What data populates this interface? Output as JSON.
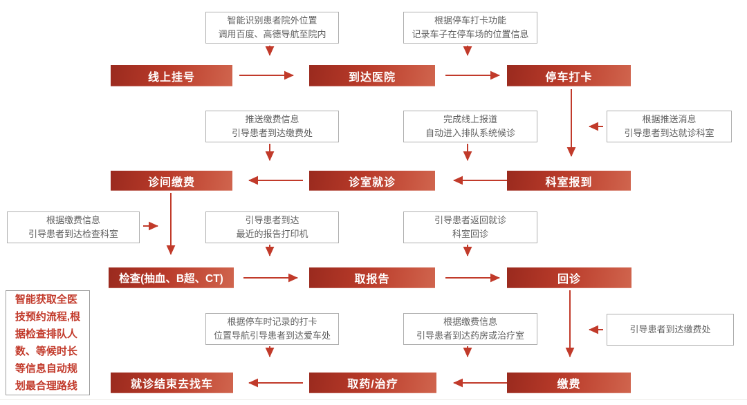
{
  "diagram": {
    "type": "flowchart",
    "language": "zh-CN",
    "topic": "hospital smart navigation patient journey"
  },
  "colors": {
    "node_gradient_start": "#9a2a1e",
    "node_gradient_end": "#d0654e",
    "node_text": "#ffffff",
    "arrow": "#c13a2a",
    "annotation_border": "#aeaeae",
    "annotation_text": "#5f5f5f",
    "note_text": "#c23a2b",
    "note_border": "#9c9c9c",
    "background": "#ffffff"
  },
  "info_note": {
    "text": "智能获取全医\n技预约流程,根\n据检查排队人\n数、等候时长\n等信息自动规\n划最合理路线"
  },
  "nodes": [
    {
      "id": "online-registration",
      "label": "线上挂号"
    },
    {
      "id": "arrive-hospital",
      "label": "到达医院"
    },
    {
      "id": "parking-checkin",
      "label": "停车打卡"
    },
    {
      "id": "clinic-payment",
      "label": "诊间缴费"
    },
    {
      "id": "consulting-room-visit",
      "label": "诊室就诊"
    },
    {
      "id": "department-checkin",
      "label": "科室报到"
    },
    {
      "id": "examination",
      "label": "检查(抽血、B超、CT)"
    },
    {
      "id": "get-report",
      "label": "取报告"
    },
    {
      "id": "return-visit",
      "label": "回诊"
    },
    {
      "id": "end-visit-find-car",
      "label": "就诊结束去找车"
    },
    {
      "id": "medicine-treatment",
      "label": "取药/治疗"
    },
    {
      "id": "payment",
      "label": "缴费"
    }
  ],
  "annotations": [
    {
      "id": "outside-navigation",
      "text": "智能识别患者院外位置\n调用百度、高德导航至院内"
    },
    {
      "id": "parking-record",
      "text": "根据停车打卡功能\n记录车子在停车场的位置信息"
    },
    {
      "id": "guide-to-department",
      "text": "根据推送消息\n引导患者到达就诊科室"
    },
    {
      "id": "push-payment-info",
      "text": "推送缴费信息\n引导患者到达缴费处"
    },
    {
      "id": "online-checkin-queue",
      "text": "完成线上报道\n自动进入排队系统候诊"
    },
    {
      "id": "guide-to-exam-dept",
      "text": "根据缴费信息\n引导患者到达检查科室"
    },
    {
      "id": "guide-to-printer",
      "text": "引导患者到达\n最近的报告打印机"
    },
    {
      "id": "guide-return-visit",
      "text": "引导患者返回就诊\n科室回诊"
    },
    {
      "id": "guide-to-cashier",
      "text": "引导患者到达缴费处"
    },
    {
      "id": "guide-to-car",
      "text": "根据停车时记录的打卡\n位置导航引导患者到达爱车处"
    },
    {
      "id": "guide-to-pharmacy",
      "text": "根据缴费信息\n引导患者到达药房或治疗室"
    }
  ]
}
